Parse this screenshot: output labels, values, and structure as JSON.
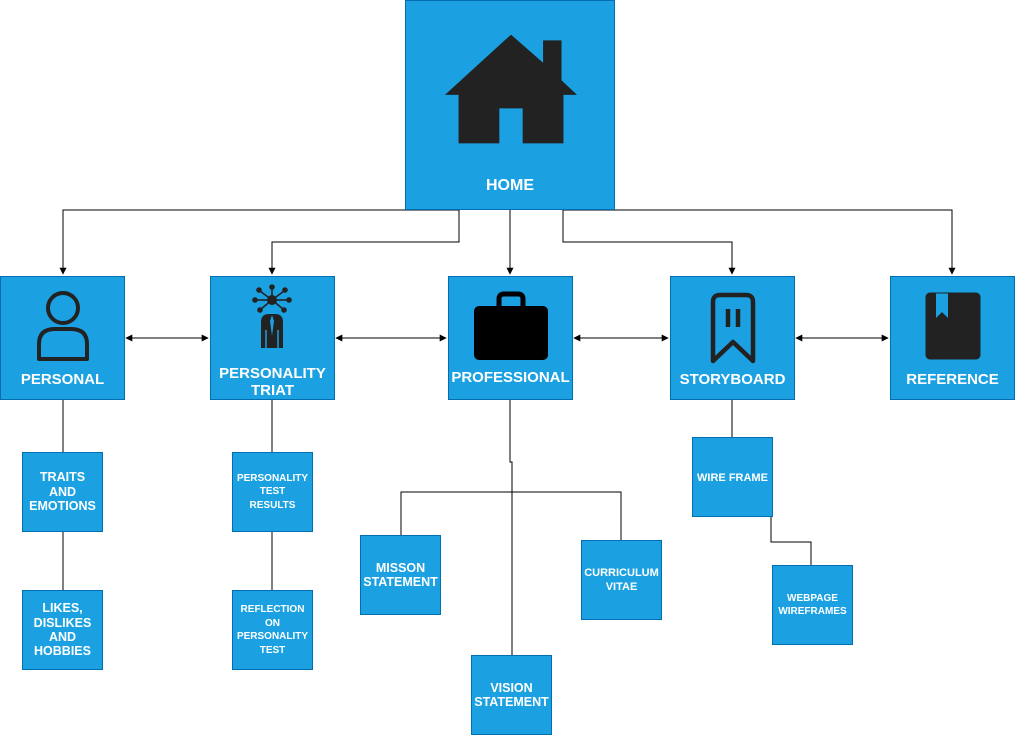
{
  "colors": {
    "box_fill": "#1ba1e2",
    "box_stroke": "#006eaf",
    "icon": "#222222",
    "label": "#ffffff",
    "connector": "#000000"
  },
  "home": {
    "label": "HOME",
    "icon": "house-icon"
  },
  "pages": {
    "personal": {
      "label": "PERSONAL",
      "icon": "user-icon"
    },
    "personality": {
      "label": "PERSONALITY\nTRIAT",
      "icon": "network-person-icon"
    },
    "professional": {
      "label": "PROFESSIONAL",
      "icon": "briefcase-icon"
    },
    "storyboard": {
      "label": "STORYBOARD",
      "icon": "bookmark-icon"
    },
    "reference": {
      "label": "REFERENCE",
      "icon": "book-icon"
    }
  },
  "subpages": {
    "traits": "TRAITS\nAND\nEMOTIONS",
    "likes": "LIKES,\nDISLIKES\nAND\nHOBBIES",
    "test_results": "PERSONALITY\nTEST\nRESULTS",
    "reflection": "REFLECTION\nON\nPERSONALITY\nTEST",
    "mission": "MISSON\nSTATEMENT",
    "vision": "VISION\nSTATEMENT",
    "cv": "CURRICULUM\nVITAE",
    "wireframe": "WIRE FRAME",
    "webpage_wireframes": "WEBPAGE\nWIREFRAMES"
  }
}
